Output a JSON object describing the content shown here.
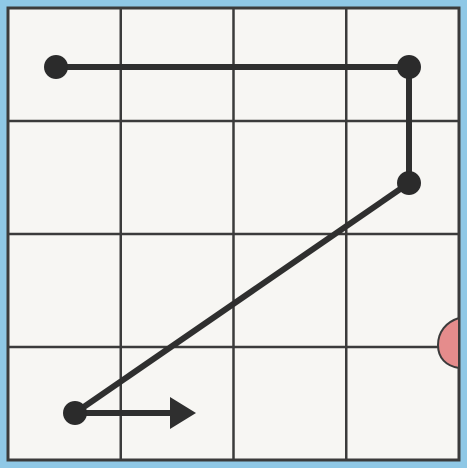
{
  "diagram": {
    "grid": {
      "rows": 4,
      "cols": 4
    },
    "path_points": [
      {
        "col": 0.45,
        "row": 0.55
      },
      {
        "col": 3.5,
        "row": 0.55
      },
      {
        "col": 3.5,
        "row": 1.55
      },
      {
        "col": 0.6,
        "row": 3.55
      }
    ],
    "arrow": {
      "from": {
        "col": 0.6,
        "row": 3.55
      },
      "to": {
        "col": 1.65,
        "row": 3.55
      }
    }
  },
  "colors": {
    "frame_background": "#8fc8e6",
    "grid_background": "#f7f6f3",
    "grid_line": "#3b3b3b",
    "path": "#2f2f2f",
    "dot": "#2b2b2b",
    "partial_object": "#e58c8c"
  }
}
